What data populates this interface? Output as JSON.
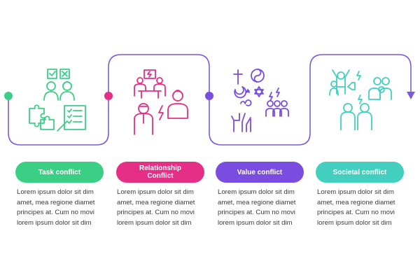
{
  "colors": {
    "line": "#7a5ad8",
    "task": "#3bcf86",
    "relationship": "#e52e86",
    "value": "#7a4de0",
    "societal": "#43cfc0",
    "text": "#3a3a3a"
  },
  "steps": [
    {
      "label": "Task conflict",
      "description": "Lorem ipsum dolor sit dim amet, mea regione diamet principes at. Cum no movi lorem ipsum dolor sit dim",
      "icon": "task-conflict-icon"
    },
    {
      "label": "Relationship Conflict",
      "description": "Lorem ipsum dolor sit dim amet, mea regione diamet principes at. Cum no movi lorem ipsum dolor sit dim",
      "icon": "relationship-conflict-icon"
    },
    {
      "label": "Value conflict",
      "description": "Lorem ipsum dolor sit dim amet, mea regione diamet principes at. Cum no movi lorem ipsum dolor sit dim",
      "icon": "value-conflict-icon"
    },
    {
      "label": "Societal conflict",
      "description": "Lorem ipsum dolor sit dim amet, mea regione diamet principes at. Cum no movi lorem ipsum dolor sit dim",
      "icon": "societal-conflict-icon"
    }
  ]
}
